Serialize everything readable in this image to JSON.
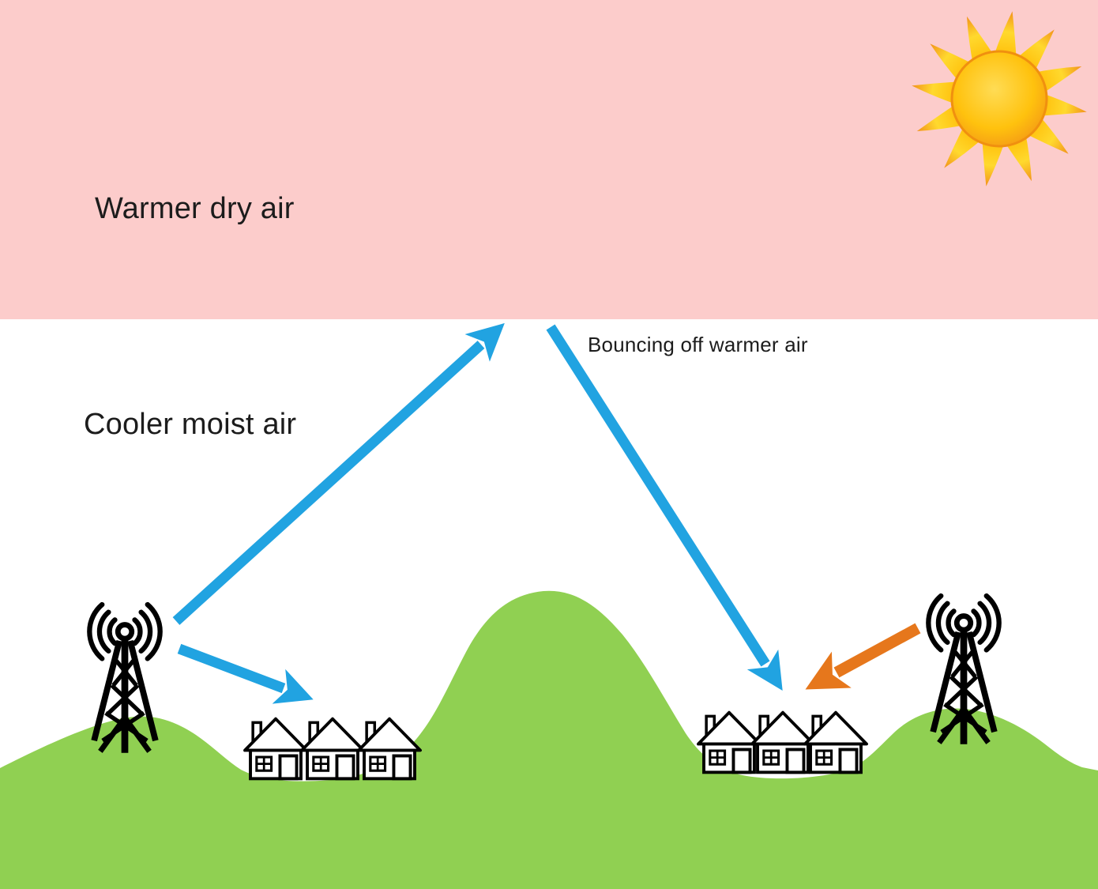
{
  "scene": {
    "regions": {
      "warm_air": {
        "label": "Warmer dry air"
      },
      "cool_air": {
        "label": "Cooler moist air"
      }
    },
    "annotation": {
      "bounce_label": "Bouncing off warmer air"
    },
    "objects": {
      "sun": "sun-icon",
      "left_tower": "radio-tower-icon",
      "right_tower": "radio-tower-icon",
      "left_house_count": 3,
      "right_house_count": 3
    },
    "arrows": [
      {
        "name": "uplink-signal",
        "from": "left-tower",
        "to": "warm-air-boundary"
      },
      {
        "name": "local-signal",
        "from": "left-tower",
        "to": "left-houses"
      },
      {
        "name": "bounced-signal",
        "from": "warm-air-boundary",
        "to": "right-houses"
      },
      {
        "name": "distant-signal",
        "from": "right-tower",
        "to": "right-houses"
      }
    ]
  },
  "colors": {
    "warm_band": "#FCCCCB",
    "sky": "#FFFFFF",
    "hills": "#90D052",
    "signal_blue": "#21A3E1",
    "signal_orange": "#E6771C",
    "text": "#1C1C1C",
    "structure_black": "#000000",
    "sun_core": "#FFDC55",
    "sun_mid": "#FFC20E",
    "sun_edge": "#F08A18"
  }
}
